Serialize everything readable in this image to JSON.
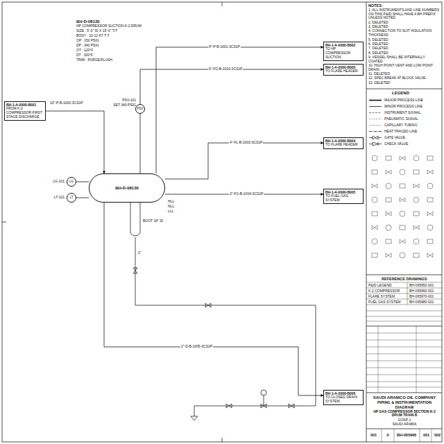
{
  "diagram": {
    "title": "HP GAS COMPRESSOR SECTION K-2 DRUM TRAIN B",
    "nodes": [
      {
        "text": [
          "BH-D-08130"
        ]
      },
      {
        "text": [
          "BH-1-A-0000-B001",
          "FROM K-2 COMPRESSOR FIRST STAGE DISCHARGE"
        ]
      },
      {
        "text": [
          "BH-1-A-0000-B002",
          "TO HP COMPRESSOR SUCTION"
        ]
      },
      {
        "text": [
          "BH-1-A-0000-B003",
          "TO FLARE HEADER"
        ]
      },
      {
        "text": [
          "BH-1-A-0000-B004",
          "TO FLARE HEADER"
        ]
      },
      {
        "text": [
          "BH-1-A-0000-B005",
          "TO FUEL GAS SYSTEM"
        ]
      },
      {
        "text": [
          "BH-1-A-0000-B006",
          "TO CLOSED DRAIN SYSTEM"
        ]
      },
      {
        "text": [
          "PSV"
        ]
      },
      {
        "text": [
          "LG"
        ]
      },
      {
        "text": [
          "LT"
        ]
      }
    ],
    "edges": [
      {
        "from": 1,
        "to": 0,
        "arrow": "to"
      },
      {
        "from": 0,
        "to": 2,
        "arrow": "to"
      },
      {
        "from": 7,
        "to": 3,
        "arrow": "to"
      },
      {
        "from": 0,
        "to": 7,
        "arrow": "none"
      },
      {
        "from": 0,
        "to": 4,
        "arrow": "to"
      },
      {
        "from": 0,
        "to": 5,
        "arrow": "to"
      },
      {
        "from": 0,
        "to": 6,
        "arrow": "to"
      },
      {
        "from": 8,
        "to": 0,
        "arrow": "none"
      },
      {
        "from": 9,
        "to": 0,
        "arrow": "none"
      }
    ],
    "labels": [
      "BH-D-08130",
      "HP COMPRESSOR SUCTION K-2 DRUM",
      "SIZE : 5'-0\" ID X 15'-0\" T/T",
      "BODY : 22-12 KT T-T",
      "OP : 150 PSIG",
      "DP : 340 PSIG",
      "OT : 120°F",
      "DT : 300°F",
      "TRIM : PURGE/FLUSH",
      "8\"-P-B-1001-3CS1P",
      "6\"-FG-B-1002-3CS1P",
      "4\"-FL-B-1003-3CS1P",
      "3\"-FG-B-1004-3CS1P",
      "2\"-D-B-1005-3CS1P",
      "10\"-P-B-1000-3CS1P",
      "PSV-101",
      "SET 340 PSIG",
      "LG-101",
      "LT-101",
      "HLL",
      "NLL",
      "LLL",
      "BOOT 18\" ID",
      "2\"",
      "NOTES:",
      "1. ALL INSTRUMENTS AND LINE NUMBERS ON THIS P&ID SHALL HAVE A BH PREFIX UNLESS NOTED.",
      "2. DELETED",
      "3. DELETED",
      "4. CONNECTION TO SUIT INSULATION THICKNESS.",
      "5. DELETED",
      "6. DELETED",
      "7. DELETED",
      "8. DELETED",
      "9. VESSEL SHALL BE INTERNALLY COATED.",
      "10. HIGH POINT VENT AND LOW POINT DRAIN.",
      "11. DELETED",
      "12. SPEC BREAK AT BLOCK VALVE.",
      "13. DELETED",
      "LEGEND",
      "REFERENCE DRAWINGS",
      "P&ID LEGEND",
      "BH-065950-001",
      "K-2 COMPRESSOR",
      "BH-065960-001",
      "FLARE SYSTEM",
      "BH-065970-001",
      "FUEL GAS SYSTEM",
      "BH-065980-001",
      "SAUDI ARAMCO OIL COMPANY",
      "PIPING & INSTRUMENTATION DIAGRAM",
      "HP GAS COMPRESSOR SECTION K-2 DRUM TRAIN B",
      "GOSP-1",
      "SAUDI ARABIA",
      "001",
      "A",
      "BH-065966",
      "001",
      "002"
    ],
    "legend": [
      {
        "text": "MAJOR PROCESS LINE"
      },
      {
        "text": "MINOR PROCESS LINE"
      },
      {
        "text": "INSTRUMENT SIGNAL"
      },
      {
        "text": "PNEUMATIC SIGNAL"
      },
      {
        "text": "CAPILLARY TUBING"
      },
      {
        "text": "HEAT TRACED LINE"
      },
      {
        "text": "GATE VALVE"
      },
      {
        "text": "CHECK VALVE"
      }
    ]
  }
}
